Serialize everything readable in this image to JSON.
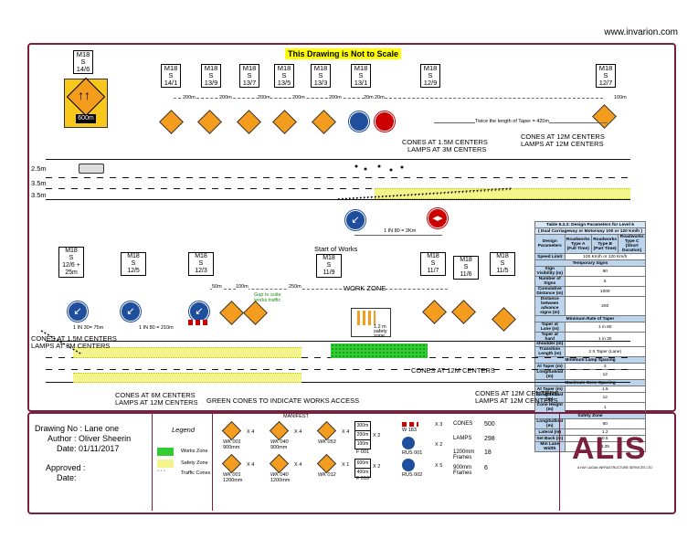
{
  "url": "www.invarion.com",
  "scale_note": "This Drawing is Not to Scale",
  "top_sign": {
    "m18": "M18",
    "s": "S",
    "ref": "14/6",
    "distance": "600m"
  },
  "top_markers": [
    {
      "ref": "14/1"
    },
    {
      "ref": "13/9"
    },
    {
      "ref": "13/7"
    },
    {
      "ref": "13/5"
    },
    {
      "ref": "13/3"
    },
    {
      "ref": "13/1"
    },
    {
      "ref": "12/9"
    },
    {
      "ref": "12/7"
    }
  ],
  "bottom_markers": [
    {
      "ref": "12/6 + 25m"
    },
    {
      "ref": "12/5"
    },
    {
      "ref": "12/3"
    },
    {
      "ref": "11/9"
    },
    {
      "ref": "11/7"
    },
    {
      "ref": "11/6"
    },
    {
      "ref": "11/5"
    }
  ],
  "marker_m18": "M18",
  "marker_s": "S",
  "top_dims": [
    "200m",
    "200m",
    "200m",
    "200m",
    "200m",
    "20m",
    "20m",
    "100m"
  ],
  "taper_note": "Twice the length of Taper = 420m",
  "lane_widths": [
    "2.5m",
    "3.5m",
    "3.5m"
  ],
  "annotations": {
    "cones_1_5": "CONES AT 1.5M CENTERS",
    "lamps_3": "LAMPS AT 3M CENTERS",
    "cones_12": "CONES AT 12M CENTERS",
    "lamps_12": "LAMPS AT 12M CENTERS",
    "taper_1": "1 IN 80 = 2Km",
    "start_of_works": "Start of Works",
    "taper_2": "1 IN 30= 75m",
    "taper_3": "1 IN 80 = 210m",
    "works_zone": "WORK ZONE",
    "safety_zone": "1.2 m safety zone",
    "gap": "Gap to suite works traffic",
    "cones_6": "CONES AT 6M CENTERS",
    "green_cones": "GREEN CONES TO INDICATE WORKS ACCESS",
    "cones_1_5_b": "CONES AT 1.5M CENTERS",
    "lamps_3_b": "LAMPS AT 3M CENTERS",
    "cones_12_b": "CONES AT 12M CENTERS",
    "lamps_12_b": "LAMPS AT 12M CENTERS",
    "cones_12_c": "CONES AT 12M CENTERS",
    "lamps_12_c": "LAMPS AT 12M CENTERS",
    "dim_50": "50m",
    "dim_100": "100m",
    "dim_250": "250m"
  },
  "param_table": {
    "title": "Table 8.3.3: Design Parameters for Level 6",
    "subtitle": "( Dual Carriageway or Motorway 100 or 120 Km/h )",
    "col_headers": [
      "Design Parameters",
      "Roadworks Type A (Full Time)",
      "Roadworks Type B (Part Time)",
      "Roadworks Type C (Short Duration)"
    ],
    "speed_limit_label": "Speed Limit",
    "speed_limit": "100 Km/h or 120 Km/h",
    "sections": [
      {
        "title": "Temporary Signs",
        "rows": [
          [
            "Sign Visibility (m)",
            "90"
          ],
          [
            "Number of Signs",
            "5"
          ],
          [
            "Cumulative Distance (m)",
            "1000"
          ],
          [
            "Distance between advance signs (m)",
            "200"
          ]
        ]
      },
      {
        "title": "Minimum Rate of Taper",
        "rows": [
          [
            "Taper at Lane (m)",
            "1 in 80"
          ],
          [
            "Taper at hard shoulder (m)",
            "1 in 30"
          ],
          [
            "Transition Length (m)",
            "2 X Taper (Lane)"
          ]
        ]
      },
      {
        "title": "Minimum Lamp Spacing",
        "rows": [
          [
            "At Taper (m)",
            "3"
          ],
          [
            "Longitudinal (m)",
            "12"
          ]
        ]
      },
      {
        "title": "Maximum Cone Spacing",
        "rows": [
          [
            "At Taper (m)",
            "1.5"
          ],
          [
            "Longitudinal (m)",
            "12"
          ],
          [
            "Cone Height (m)",
            "1"
          ]
        ]
      },
      {
        "title": "Safety Zone",
        "rows": [
          [
            "Longitudinal (m)",
            "60"
          ],
          [
            "Lateral (m)",
            "1.2"
          ],
          [
            "Set Back (m)",
            "0.5"
          ]
        ]
      }
    ],
    "min_lane_label": "Min Lane Width",
    "min_lane": "3.25"
  },
  "title_block": {
    "drawing_no_label": "Drawing No :",
    "drawing_no": "Lane one",
    "author_label": "Author :",
    "author": "Oliver Sheerin",
    "date_label": "Date:",
    "date": "01/11/2017",
    "approved_label": "Approved :",
    "date2_label": "Date:"
  },
  "legend": {
    "title": "Legend",
    "items": [
      {
        "label": "Works Zone",
        "color": "#33cc33"
      },
      {
        "label": "Safety Zone",
        "color": "#f4f48c"
      },
      {
        "label": "Traffic Cones",
        "color": "#ffffff"
      }
    ]
  },
  "manifest": {
    "title": "MANIFEST",
    "signs": [
      {
        "code": "WK 001",
        "size": "900mm",
        "qty": "X 4"
      },
      {
        "code": "WK 040",
        "size": "900mm",
        "qty": "X 4"
      },
      {
        "code": "WK 053",
        "qty": "X 4"
      },
      {
        "code": "WK 001",
        "size": "1200mm",
        "qty": "X 4"
      },
      {
        "code": "WK 040",
        "size": "1200mm",
        "qty": "X 4"
      },
      {
        "code": "WK 012",
        "qty": "X 1"
      }
    ],
    "boards_qty_1": "X 2",
    "boards_code_1": "F 001",
    "boards_qty_2": "X 2",
    "boards_code_2": "F 010",
    "w183": {
      "code": "W 183",
      "qty": "X 3"
    },
    "rus001": {
      "code": "RUS 001",
      "qty": "X 2"
    },
    "rus002": {
      "code": "RUS 002",
      "qty": "X 5"
    },
    "counts": [
      {
        "label": "CONES",
        "value": "500"
      },
      {
        "label": "LAMPS",
        "value": "298"
      },
      {
        "label": "1200mm Frames",
        "value": "18"
      },
      {
        "label": "900mm Frames",
        "value": "6"
      }
    ]
  },
  "brand": {
    "name": "ALIS",
    "tagline": "A HAY LAGAN INFRASTRUCTURE SERVICES LTD",
    "color": "#7a1f3d"
  },
  "colors": {
    "border": "#7a1f3d",
    "works_zone": "#33cc33",
    "safety_zone": "#f4f48c",
    "sign_orange": "#f39c1e",
    "sign_blue": "#1e4e9c",
    "sign_red": "#cc0000"
  }
}
